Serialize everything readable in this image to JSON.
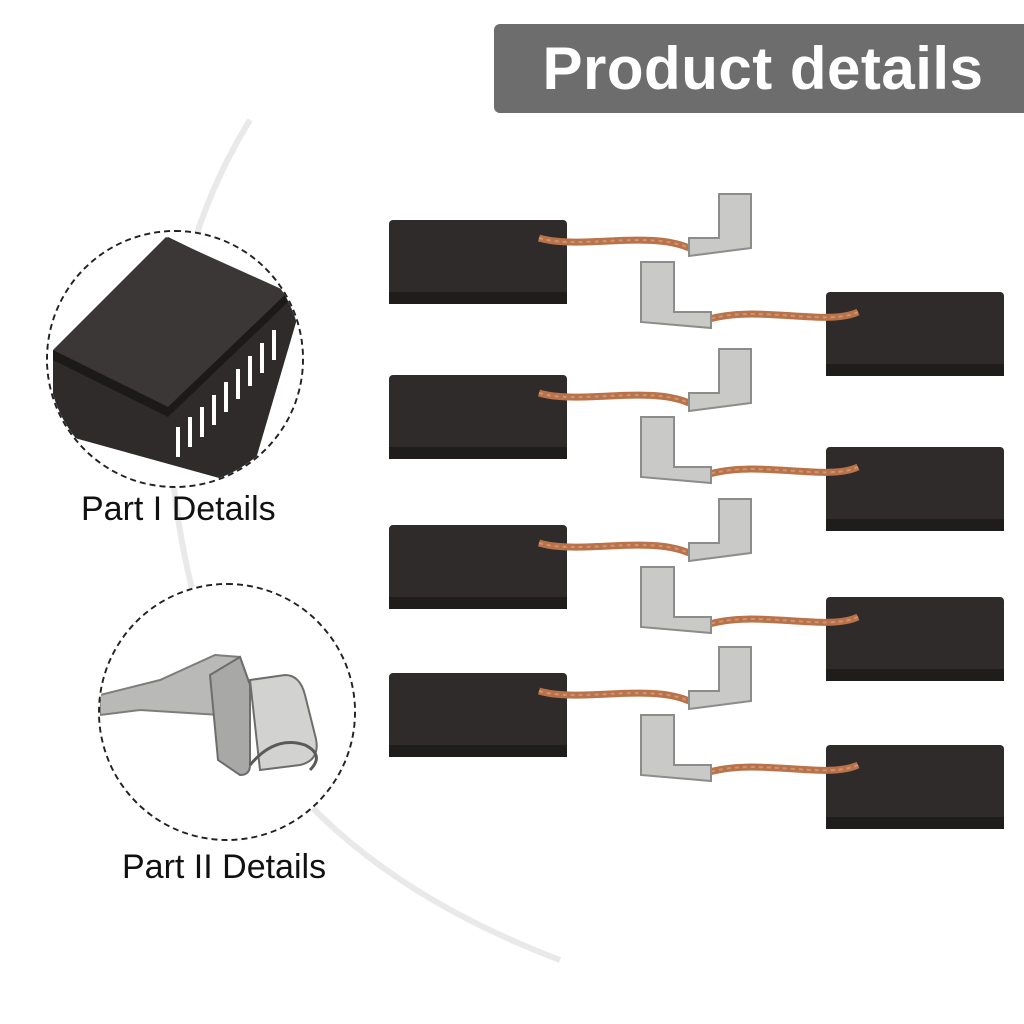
{
  "header": {
    "title": "Product details"
  },
  "details": [
    {
      "label": "Part I Details",
      "icon": "carbon-block-closeup-icon"
    },
    {
      "label": "Part II Details",
      "icon": "terminal-clip-closeup-icon"
    }
  ],
  "product": {
    "item_count": 8,
    "colors": {
      "carbon": "#2e2b2a",
      "copper": "#b8734a",
      "terminal": "#c9c9c7",
      "banner": "#6d6d6d"
    }
  }
}
